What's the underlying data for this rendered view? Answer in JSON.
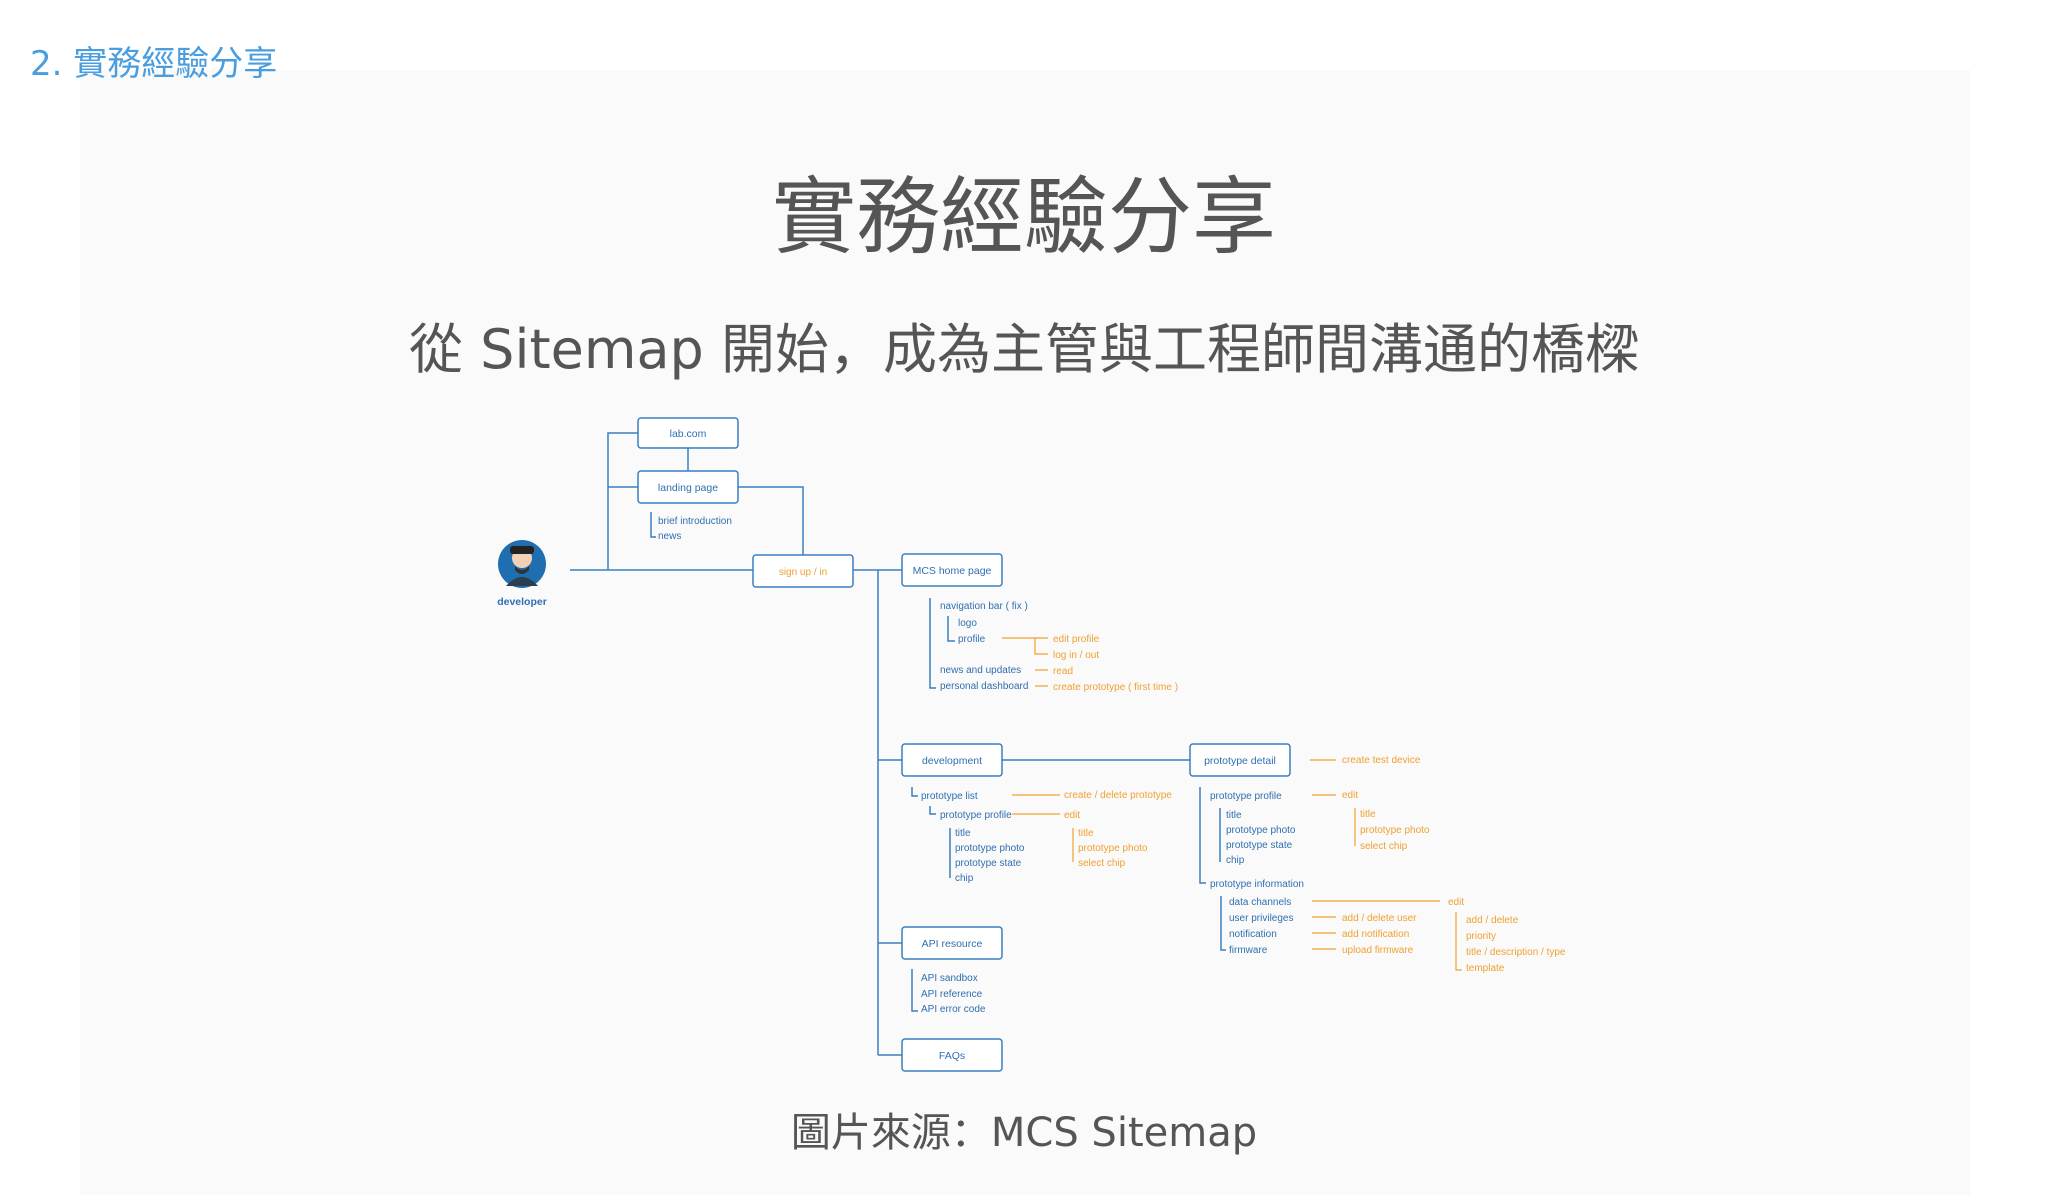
{
  "section_label": "2. 實務經驗分享",
  "title": "實務經驗分享",
  "subtitle": "從 Sitemap 開始，成為主管與工程師間溝通的橋樑",
  "caption": "圖片來源：MCS Sitemap",
  "colors": {
    "accent": "#4a9ee0",
    "node_blue": "#3a7fc0",
    "detail_orange": "#f0a030",
    "text_gray": "#555555"
  },
  "sitemap": {
    "developer_label": "developer",
    "nodes": {
      "lab": "lab.com",
      "landing": "landing page",
      "signup": "sign up / in",
      "home": "MCS home page",
      "development": "development",
      "prototype_detail": "prototype detail",
      "api": "API resource",
      "faqs": "FAQs"
    },
    "landing_items": [
      "brief introduction",
      "news"
    ],
    "home_items": {
      "navbar": "navigation bar ( fix )",
      "logo": "logo",
      "profile": "profile",
      "news_updates": "news and updates",
      "personal_dashboard": "personal dashboard",
      "edit_profile": "edit profile",
      "log_in_out": "log in / out",
      "read": "read",
      "create_prototype": "create prototype ( first time )"
    },
    "development_items": {
      "prototype_list": "prototype list",
      "create_delete": "create / delete prototype",
      "prototype_profile": "prototype profile",
      "edit": "edit",
      "fields": [
        "title",
        "prototype photo",
        "prototype state",
        "chip"
      ],
      "edit_fields": [
        "title",
        "prototype photo",
        "select chip"
      ]
    },
    "detail_items": {
      "create_test_device": "create test device",
      "prototype_profile": "prototype profile",
      "edit": "edit",
      "fields": [
        "title",
        "prototype photo",
        "prototype state",
        "chip"
      ],
      "edit_fields": [
        "title",
        "prototype photo",
        "select chip"
      ],
      "prototype_information": "prototype information",
      "info_fields": [
        "data channels",
        "user privileges",
        "notification",
        "firmware"
      ],
      "info_actions": [
        "add / delete user",
        "add notification",
        "upload firmware"
      ],
      "info_edit": "edit",
      "info_edit_fields": [
        "add / delete",
        "priority",
        "title / description / type",
        "template"
      ]
    },
    "api_items": [
      "API sandbox",
      "API reference",
      "API error code"
    ]
  }
}
